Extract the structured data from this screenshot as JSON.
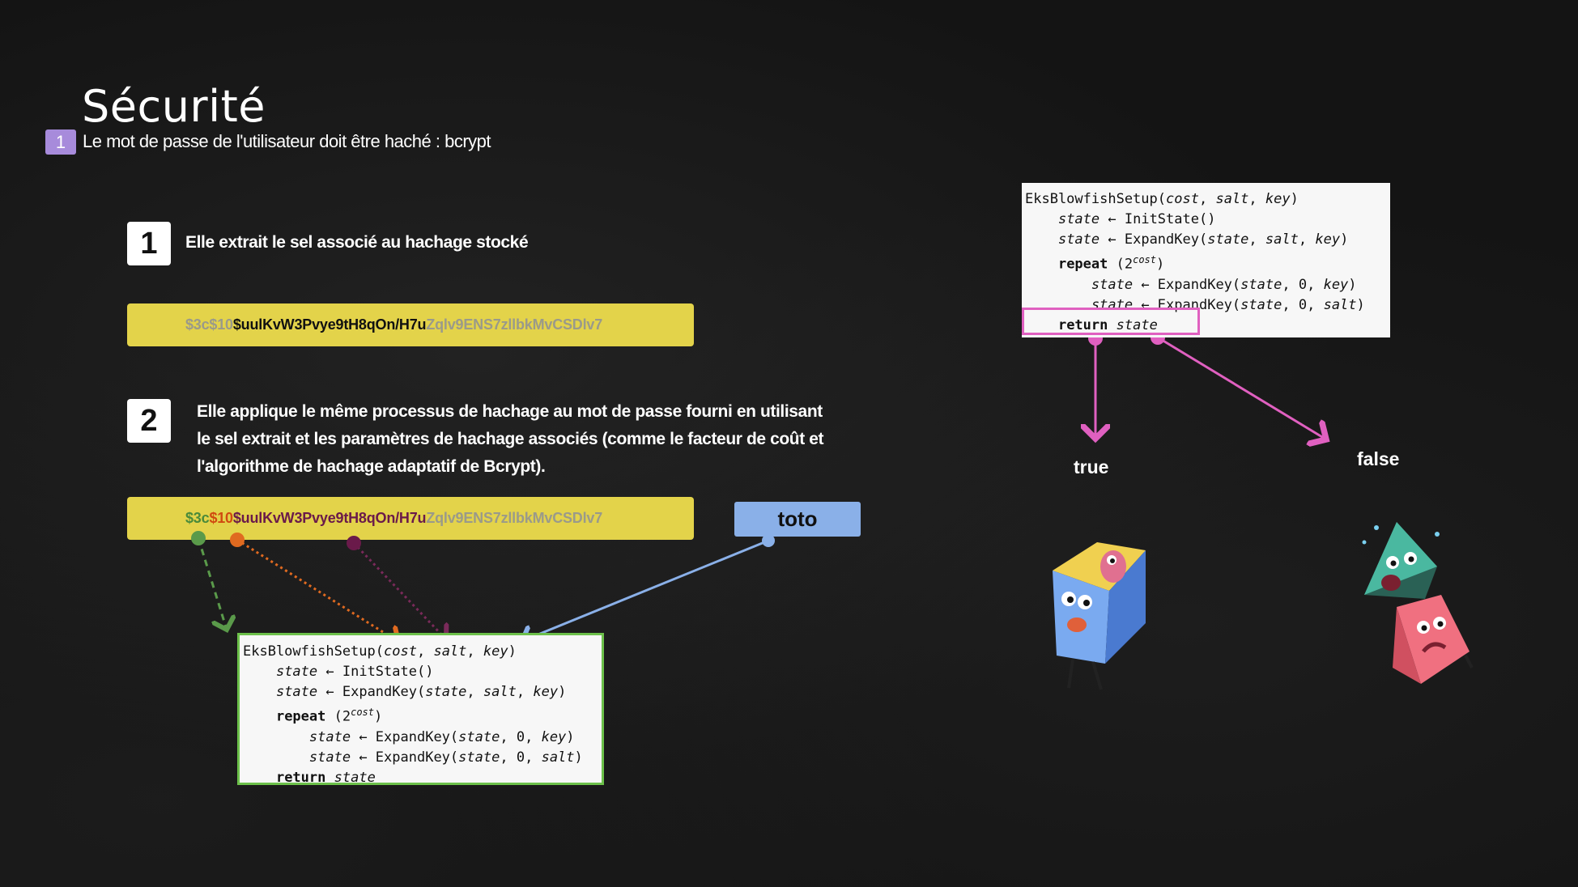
{
  "title": "Sécurité",
  "subtitle": {
    "badge": "1",
    "text": "Le mot de passe de l'utilisateur doit être haché : bcrypt"
  },
  "step1": {
    "number": "1",
    "text": "Elle extrait le sel associé au hachage stocké",
    "hash_parts": [
      "$3c$10",
      "$uulKvW3Pvye9tH8qOn/H7u",
      "Zqlv9ENS7zllbkMvCSDlv7"
    ]
  },
  "step2": {
    "number": "2",
    "text_lines": [
      "Elle applique le même processus de hachage au mot de passe fourni en utilisant",
      "le sel extrait et les paramètres de hachage associés (comme le facteur de coût et",
      "l'algorithme de hachage adaptatif de Bcrypt)."
    ],
    "hash_parts": [
      "$3c",
      "$10",
      "$uulKvW3Pvye9tH8qOn/H7u",
      "Zqlv9ENS7zllbkMvCSDlv7"
    ],
    "password": "toto"
  },
  "algorithm": {
    "fn": "EksBlowfishSetup",
    "args": [
      "cost",
      "salt",
      "key"
    ],
    "state": "state",
    "init": "InitState()",
    "expand": "ExpandKey",
    "repeat": "repeat",
    "base": "2",
    "exp": "cost",
    "zero": "0",
    "return_kw": "return"
  },
  "results": {
    "true_label": "true",
    "false_label": "false"
  },
  "colors": {
    "purple_badge": "#a78bdb",
    "hash_bar": "#e3d34a",
    "toto_box": "#8ab0e8",
    "green_border": "#6cc04a",
    "pink": "#e060c0"
  }
}
